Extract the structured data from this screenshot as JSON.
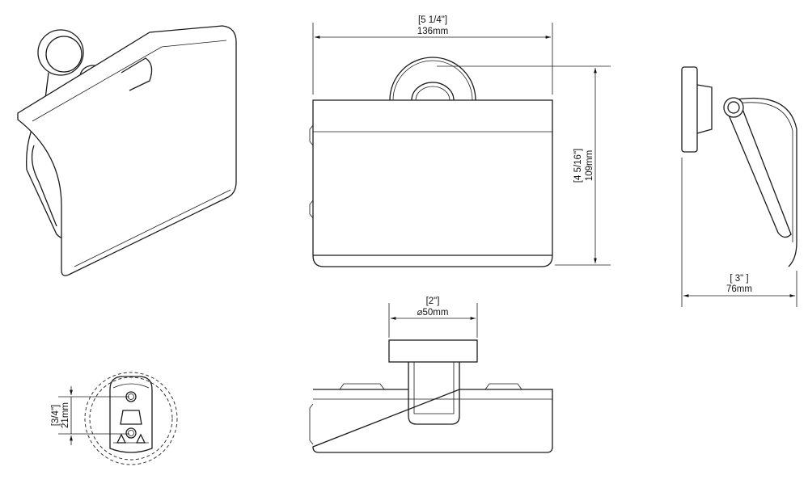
{
  "dimensions": {
    "width": {
      "imperial": "[5 1/4\"]",
      "metric": "136mm"
    },
    "height": {
      "imperial": "[4 5/16\"]",
      "metric": "109mm"
    },
    "depth": {
      "imperial": "[ 3\" ]",
      "metric": "76mm"
    },
    "escutcheon_diameter": {
      "imperial": "[2\"]",
      "metric": "⌀50mm"
    },
    "mounting_hole_spacing": {
      "imperial": "[3/4\"]",
      "metric": "21mm"
    }
  }
}
